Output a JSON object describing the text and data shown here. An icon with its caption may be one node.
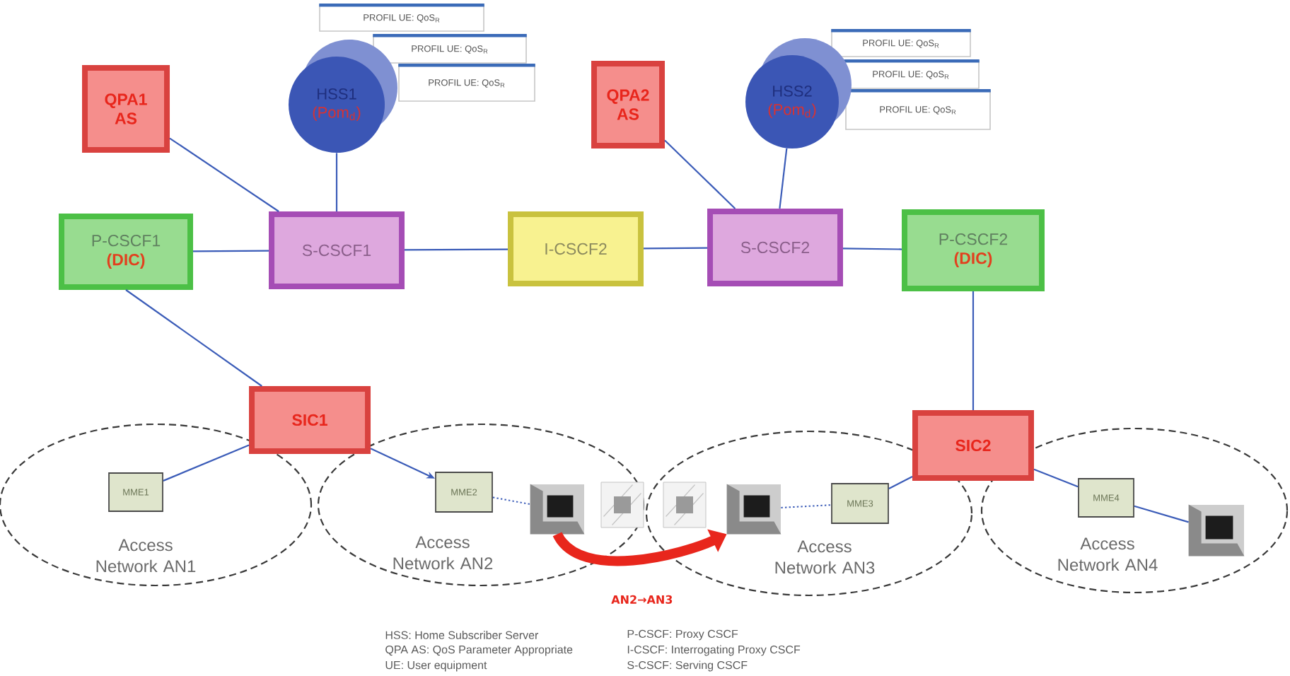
{
  "diagram": {
    "nodes": [
      {
        "text": [
          "QPA1 AS"
        ]
      },
      {
        "text": [
          "HSS1",
          "(Pom$_{d}$)"
        ]
      },
      {
        "text": [
          "PROFIL UE: QoS$_{R}$"
        ]
      },
      {
        "text": [
          "PROFIL UE: QoS$_{R}$"
        ]
      },
      {
        "text": [
          "PROFIL UE: QoS$_{R}$"
        ]
      },
      {
        "text": [
          "QPA2 AS"
        ]
      },
      {
        "text": [
          "HSS2",
          "(Pom$_{d}$)"
        ]
      },
      {
        "text": [
          "PROFIL UE: QoS$_{R}$"
        ]
      },
      {
        "text": [
          "PROFIL UE: QoS$_{R}$"
        ]
      },
      {
        "text": [
          "PROFIL UE: QoS$_{R}$"
        ]
      },
      {
        "text": [
          "P-CSCF1",
          "(DIC)"
        ]
      },
      {
        "text": [
          "S-CSCF1"
        ]
      },
      {
        "text": [
          "I-CSCF2"
        ]
      },
      {
        "text": [
          "S-CSCF2"
        ]
      },
      {
        "text": [
          "P-CSCF2",
          "(DIC)"
        ]
      },
      {
        "text": [
          "SIC1"
        ]
      },
      {
        "text": [
          "SIC2"
        ]
      },
      {
        "text": [
          "Access Network AN1"
        ]
      },
      {
        "text": [
          "MME1"
        ],
        "in": 17
      },
      {
        "text": [
          "Access Network AN2"
        ]
      },
      {
        "text": [
          "MME2"
        ],
        "in": 19
      },
      {
        "text": [],
        "shape": "picture",
        "in": 19
      },
      {
        "text": [],
        "shape": "picture",
        "in": 19
      },
      {
        "text": [],
        "shape": "picture",
        "in": 24
      },
      {
        "text": [
          "Access Network AN3"
        ]
      },
      {
        "text": [],
        "shape": "picture",
        "in": 24
      },
      {
        "text": [
          "MME3"
        ],
        "in": 24
      },
      {
        "text": [
          "Access Network AN4"
        ]
      },
      {
        "text": [
          "MME4"
        ],
        "in": 27
      },
      {
        "text": [],
        "shape": "picture",
        "in": 27
      }
    ],
    "edges": [
      {
        "from": 0,
        "to": 11,
        "arrow": "none"
      },
      {
        "from": 1,
        "to": 11,
        "arrow": "none"
      },
      {
        "from": 10,
        "to": 11,
        "arrow": "none"
      },
      {
        "from": 11,
        "to": 12,
        "arrow": "none"
      },
      {
        "from": 12,
        "to": 13,
        "arrow": "none"
      },
      {
        "from": 5,
        "to": 13,
        "arrow": "none"
      },
      {
        "from": 6,
        "to": 13,
        "arrow": "none"
      },
      {
        "from": 13,
        "to": 14,
        "arrow": "none"
      },
      {
        "from": 10,
        "to": 15,
        "arrow": "none"
      },
      {
        "from": 14,
        "to": 16,
        "arrow": "none"
      },
      {
        "from": 15,
        "to": 18,
        "arrow": "none"
      },
      {
        "from": 15,
        "to": 20,
        "arrow": "to"
      },
      {
        "from": 20,
        "to": 21,
        "arrow": "none",
        "style": "dashed"
      },
      {
        "from": 25,
        "to": 26,
        "arrow": "none",
        "style": "dashed"
      },
      {
        "from": 16,
        "to": 26,
        "arrow": "none"
      },
      {
        "from": 16,
        "to": 28,
        "arrow": "none"
      },
      {
        "from": 28,
        "to": 29,
        "arrow": "none"
      },
      {
        "from": 21,
        "to": 25,
        "arrow": "to",
        "style": "thick",
        "color": "#e8261c",
        "label": "AN2→AN3"
      }
    ],
    "labels": [
      "HSS: Home Subscriber Server",
      "P-CSCF: Proxy CSCF",
      "QPA AS: QoS Parameter Appropriate",
      "I-CSCF: Interrogating Proxy CSCF",
      "UE: User equipment",
      "S-CSCF: Serving CSCF"
    ]
  }
}
